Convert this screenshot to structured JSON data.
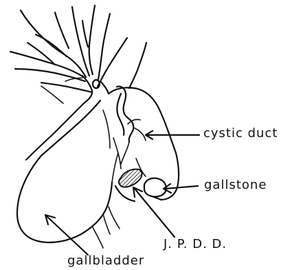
{
  "labels": {
    "cystic_duct": "cystic duct",
    "gallstone": "gallstone",
    "jpdd": "J. P. D. D.",
    "gallbladder": "gallbladder"
  },
  "colors": {
    "ink": "#111111",
    "background": "#ffffff"
  }
}
